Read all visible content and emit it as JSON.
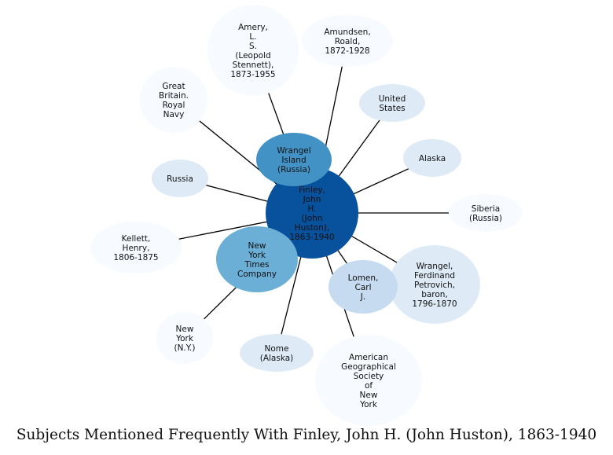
{
  "caption": "Subjects Mentioned Frequently With Finley, John H. (John Huston), 1863-1940",
  "center": {
    "id": "finley",
    "lines": [
      "Finley,",
      "John",
      "H.",
      "(John",
      "Huston),",
      "1863-1940"
    ],
    "color": "#08519c"
  },
  "nodes": [
    {
      "id": "amery",
      "lines": [
        "Amery,",
        "L.",
        "S.",
        "(Leopold",
        "Stennett),",
        "1873-1955"
      ],
      "color": "#f7fbff"
    },
    {
      "id": "amundsen",
      "lines": [
        "Amundsen,",
        "Roald,",
        "1872-1928"
      ],
      "color": "#f7fbff"
    },
    {
      "id": "great-britain",
      "lines": [
        "Great",
        "Britain.",
        "Royal",
        "Navy"
      ],
      "color": "#f7fbff"
    },
    {
      "id": "united-states",
      "lines": [
        "United",
        "States"
      ],
      "color": "#deebf7"
    },
    {
      "id": "wrangel-island",
      "lines": [
        "Wrangel",
        "Island",
        "(Russia)"
      ],
      "color": "#4292c6"
    },
    {
      "id": "alaska",
      "lines": [
        "Alaska"
      ],
      "color": "#deebf7"
    },
    {
      "id": "russia",
      "lines": [
        "Russia"
      ],
      "color": "#deebf7"
    },
    {
      "id": "siberia",
      "lines": [
        "Siberia",
        "(Russia)"
      ],
      "color": "#f7fbff"
    },
    {
      "id": "kellett",
      "lines": [
        "Kellett,",
        "Henry,",
        "1806-1875"
      ],
      "color": "#f7fbff"
    },
    {
      "id": "new-york-times",
      "lines": [
        "New",
        "York",
        "Times",
        "Company"
      ],
      "color": "#6baed6"
    },
    {
      "id": "wrangel-ferdinand",
      "lines": [
        "Wrangel,",
        "Ferdinand",
        "Petrovich,",
        "baron,",
        "1796-1870"
      ],
      "color": "#deebf7"
    },
    {
      "id": "lomen",
      "lines": [
        "Lomen,",
        "Carl",
        "J."
      ],
      "color": "#c6dbef"
    },
    {
      "id": "new-york",
      "lines": [
        "New",
        "York",
        "(N.Y.)"
      ],
      "color": "#f7fbff"
    },
    {
      "id": "nome",
      "lines": [
        "Nome",
        "(Alaska)"
      ],
      "color": "#deebf7"
    },
    {
      "id": "ags",
      "lines": [
        "American",
        "Geographical",
        "Society",
        "of",
        "New",
        "York"
      ],
      "color": "#f7fbff"
    }
  ]
}
